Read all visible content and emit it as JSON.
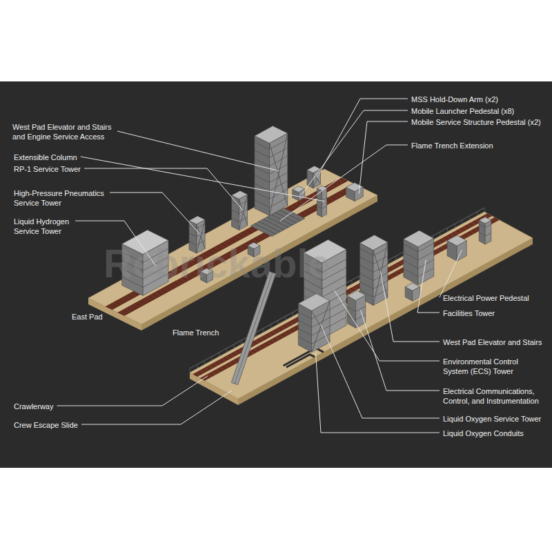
{
  "diagram": {
    "labels": [
      "MSS Hold-Down Arm (x2)",
      "Mobile Launcher Pedestal (x8)",
      "Mobile Service Structure Pedestal (x2)",
      "Flame Trench Extension",
      "West Pad Elevator and Stairs and Engine Service Access",
      "Extensible Column",
      "RP-1 Service Tower",
      "High-Pressure Pneumatics Service Tower",
      "Liquid Hydrogen Service Tower",
      "East Pad",
      "Flame Trench",
      "Electrical Power Pedestal",
      "Facilities Tower",
      "West Pad Elevator and Stairs",
      "Environmental Control System (ECS) Tower",
      "Electrical Communications, Control, and Instrumentation",
      "Liquid Oxygen Service Tower",
      "Liquid Oxygen Conduits",
      "Crawlerway",
      "Crew Escape Slide",
      "Rebrickable"
    ]
  }
}
